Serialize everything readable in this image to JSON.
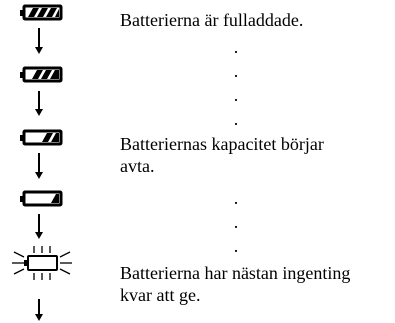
{
  "battery_levels": [
    {
      "icon": "battery-full-icon",
      "level_fraction": 1.0
    },
    {
      "icon": "battery-three-quarter-icon",
      "level_fraction": 0.75
    },
    {
      "icon": "battery-half-icon",
      "level_fraction": 0.5
    },
    {
      "icon": "battery-quarter-icon",
      "level_fraction": 0.25
    },
    {
      "icon": "battery-empty-blinking-icon",
      "level_fraction": 0.0
    }
  ],
  "descriptions": {
    "full": "Batterierna är fulladdade.",
    "declining_line1": "Batteriernas kapacitet börjar",
    "declining_line2": "avta.",
    "empty_line1": "Batterierna har nästan ingenting",
    "empty_line2": "kvar att ge."
  },
  "ellipsis_dot": "."
}
